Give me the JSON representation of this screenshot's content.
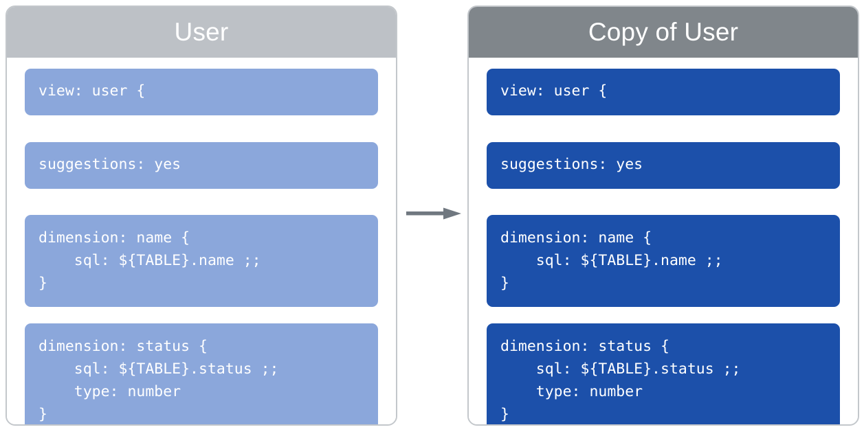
{
  "diagram": {
    "title_source": "User",
    "title_copy": "Copy of User",
    "arrow_label": "copies-to-arrow",
    "colors": {
      "header_source": "#bdc1c6",
      "header_copy": "#80868b",
      "block_source": "#8ba7db",
      "block_copy": "#1c50aa",
      "panel_border": "#c3c7cb",
      "arrow": "#707880",
      "text": "#ffffff",
      "background": "#ffffff"
    }
  },
  "source_panel": {
    "title": "User",
    "blocks": [
      {
        "name": "view-declaration",
        "code": "view: user {"
      },
      {
        "name": "suggestions-setting",
        "code": "suggestions: yes"
      },
      {
        "name": "dimension-name",
        "code": "dimension: name {\n    sql: ${TABLE}.name ;;\n}"
      },
      {
        "name": "dimension-status",
        "code": "dimension: status {\n    sql: ${TABLE}.status ;;\n    type: number\n}"
      }
    ]
  },
  "copy_panel": {
    "title": "Copy of User",
    "blocks": [
      {
        "name": "view-declaration",
        "code": "view: user {"
      },
      {
        "name": "suggestions-setting",
        "code": "suggestions: yes"
      },
      {
        "name": "dimension-name",
        "code": "dimension: name {\n    sql: ${TABLE}.name ;;\n}"
      },
      {
        "name": "dimension-status",
        "code": "dimension: status {\n    sql: ${TABLE}.status ;;\n    type: number\n}"
      }
    ]
  }
}
